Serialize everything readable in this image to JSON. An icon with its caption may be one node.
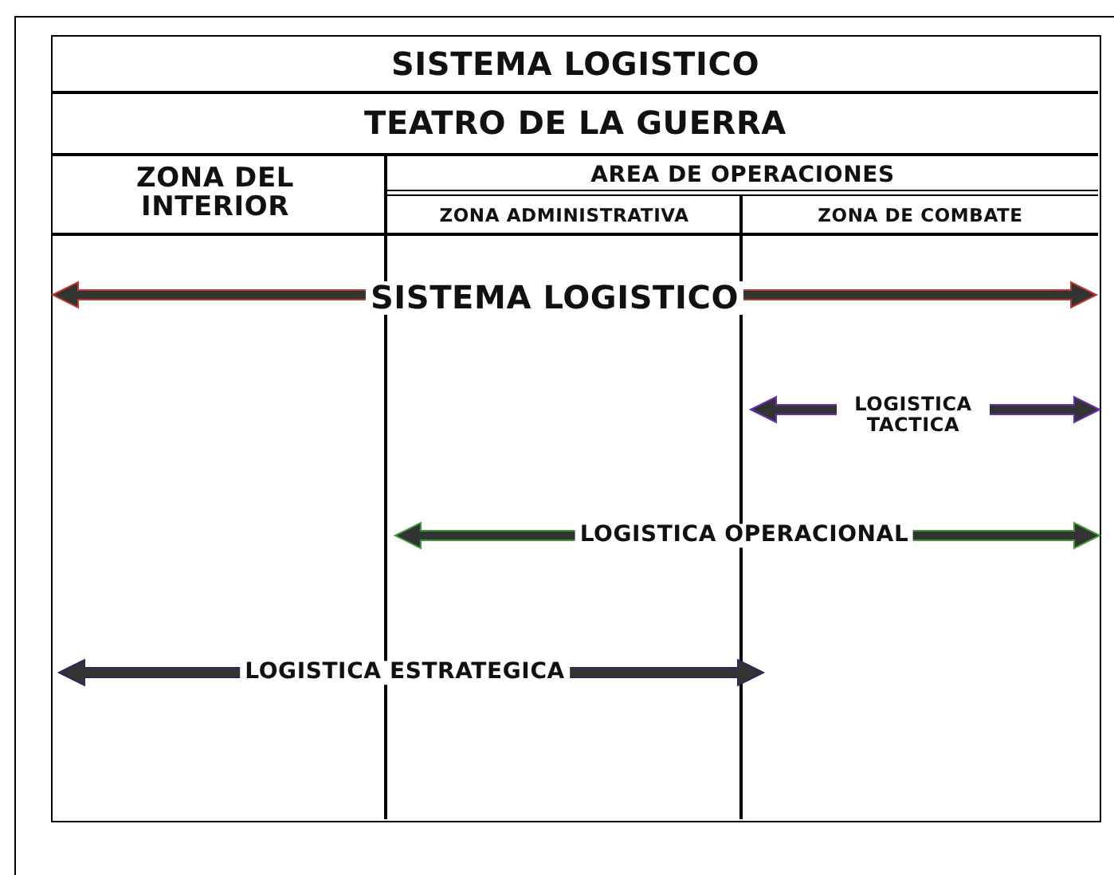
{
  "diagram": {
    "title": "SISTEMA LOGISTICO",
    "labels": [
      "TEATRO DE LA GUERRA",
      "ZONA DEL INTERIOR",
      "AREA DE OPERACIONES",
      "ZONA ADMINISTRATIVA",
      "ZONA DE COMBATE",
      "SISTEMA LOGISTICO",
      "LOGISTICA TACTICA",
      "LOGISTICA OPERACIONAL",
      "LOGISTICA ESTRATEGICA"
    ]
  }
}
